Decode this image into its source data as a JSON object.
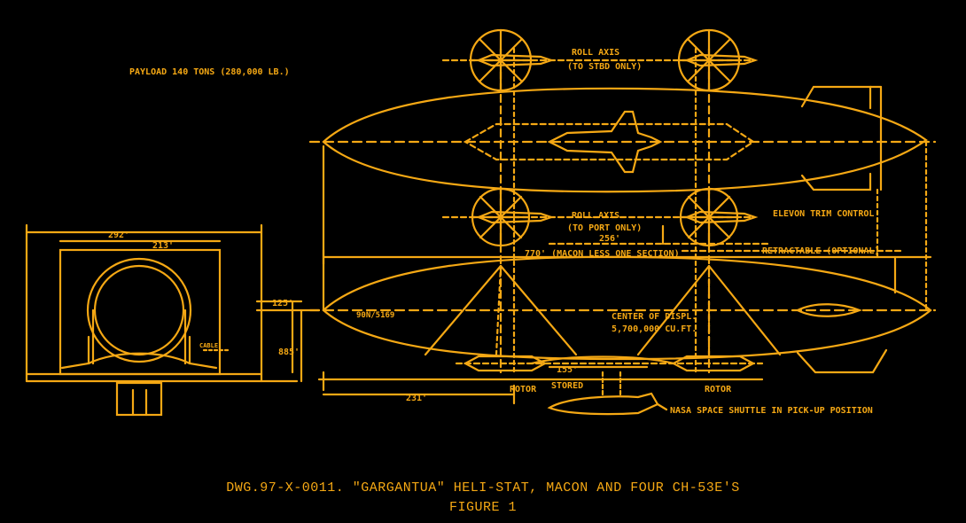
{
  "colors": {
    "line": "#f5a814",
    "background": "#000000"
  },
  "labels": {
    "payload": "PAYLOAD  140 TONS (280,000 LB.)",
    "roll_axis_top": "ROLL AXIS",
    "roll_axis_top_sub": "(TO STBD ONLY)",
    "roll_axis_port": "ROLL AXIS",
    "roll_axis_port_sub": "(TO PORT ONLY)",
    "dim_256": "256'",
    "macon_less": "770' (MACON LESS ONE SECTION)",
    "elevon": "ELEVON TRIM CONTROL",
    "retractable": "RETRACTABLE (OPTIONAL)",
    "center_of_displ": "CENTER OF DISPL.",
    "displ_volume": "5,700,000 CU.FT.",
    "hull_mark": "90N/5169",
    "rotor_left": "ROTOR",
    "stored": "STORED",
    "dim_155": "155'",
    "rotor_right": "ROTOR",
    "nasa": "NASA SPACE SHUTTLE IN PICK-UP POSITION",
    "dim_231": "231'",
    "dim_292": "292'",
    "dim_213": "213'",
    "dim_125": "125'",
    "dim_885": "885'",
    "cable_mark": "CABLE"
  },
  "caption": {
    "line1": "DWG.97-X-0011.  \"GARGANTUA\" HELI-STAT,  MACON AND FOUR CH-53E'S",
    "line2": "FIGURE 1"
  }
}
